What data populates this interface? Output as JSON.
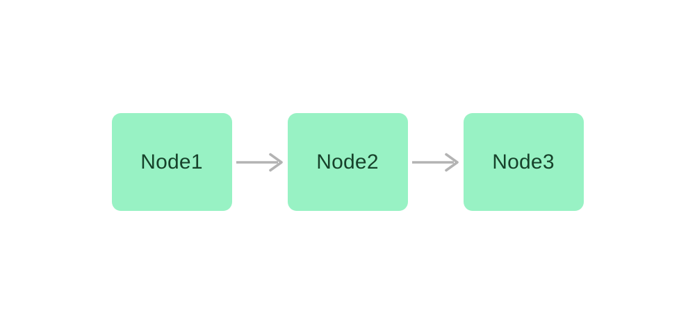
{
  "diagram": {
    "type": "flowchart",
    "direction": "left-to-right",
    "nodes": [
      {
        "id": "node1",
        "label": "Node1"
      },
      {
        "id": "node2",
        "label": "Node2"
      },
      {
        "id": "node3",
        "label": "Node3"
      }
    ],
    "edges": [
      {
        "from": "node1",
        "to": "node2",
        "arrowhead": "open-chevron"
      },
      {
        "from": "node2",
        "to": "node3",
        "arrowhead": "open-chevron"
      }
    ],
    "colors": {
      "background": "#ffffff",
      "node_fill": "#98f2c4",
      "node_text": "#17422b",
      "arrow": "#b3b3b3"
    }
  }
}
